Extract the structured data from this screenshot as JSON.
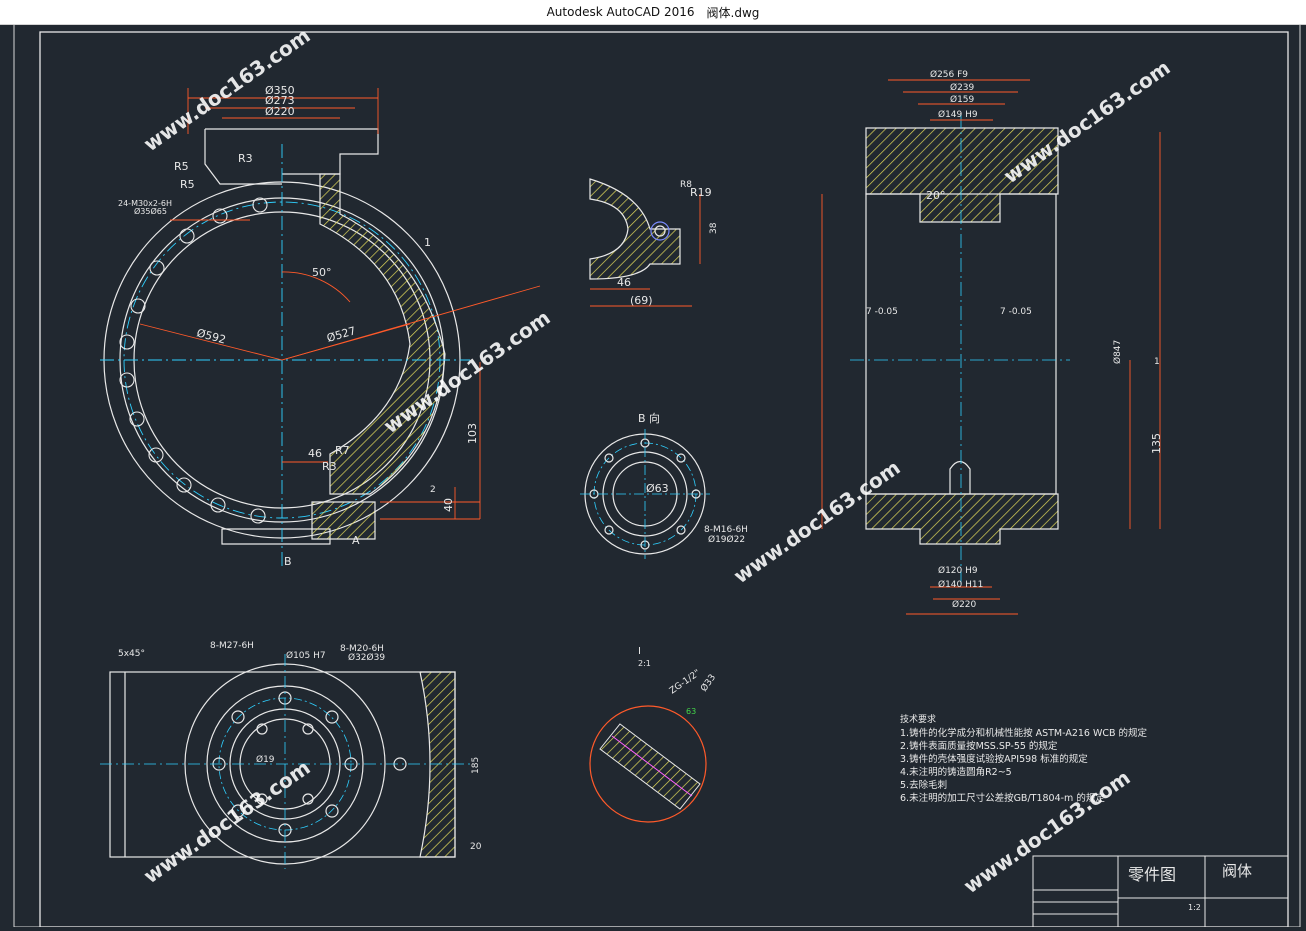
{
  "window": {
    "app": "Autodesk AutoCAD 2016",
    "file": "阀体.dwg"
  },
  "colors": {
    "background": "#212830",
    "outline": "#e8e8e8",
    "dimension": "#ff5a2a",
    "center": "#2fd0ff",
    "hatch": "#e0d85a",
    "green": "#44d84a",
    "watermark": "#ffffff"
  },
  "watermark": "www.doc163.com",
  "front_view": {
    "dims": [
      "Ø350",
      "Ø273",
      "Ø220",
      "R5",
      "R3",
      "R5",
      "24-M30x2-6H",
      "Ø35Ø65",
      "50°",
      "Ø592",
      "Ø527",
      "46",
      "R7",
      "R3",
      "103",
      "2",
      "40",
      "1",
      "B",
      "A"
    ]
  },
  "detail_section": {
    "dims": [
      "R8",
      "R19",
      "46",
      "(69)",
      "38"
    ]
  },
  "view_b": {
    "title": "B 向",
    "dims": [
      "Ø63",
      "8-M16-6H",
      "Ø19Ø22"
    ]
  },
  "right_section": {
    "dims": [
      "Ø256 F9",
      "Ø239",
      "Ø159",
      "Ø149 H9",
      "20°",
      "7 -0.05",
      "7 -0.05",
      "Ø120 H9",
      "Ø140 H11",
      "Ø220",
      "Ø847",
      "135",
      "1"
    ]
  },
  "top_view": {
    "dims": [
      "8-M27-6H",
      "Ø105 H7",
      "8-M20-6H",
      "Ø32Ø39",
      "5x45°",
      "Ø19",
      "185",
      "20"
    ]
  },
  "detail_i": {
    "label": "I",
    "ratio": "2:1",
    "dims": [
      "ZG-1/2\"",
      "Ø33",
      "63"
    ]
  },
  "notes": {
    "title": "技术要求",
    "items": [
      "1.铸件的化学成分和机械性能按 ASTM-A216 WCB 的规定",
      "2.铸件表面质量按MSS.SP-55 的规定",
      "3.铸件的壳体强度试验按API598 标准的规定",
      "4.未注明的铸造圆角R2~5",
      "5.去除毛刺",
      "6.未注明的加工尺寸公差按GB/T1804-m 的规定"
    ]
  },
  "titleblock": {
    "drawing_type": "零件图",
    "part_name": "阀体",
    "scale": "1:2"
  }
}
